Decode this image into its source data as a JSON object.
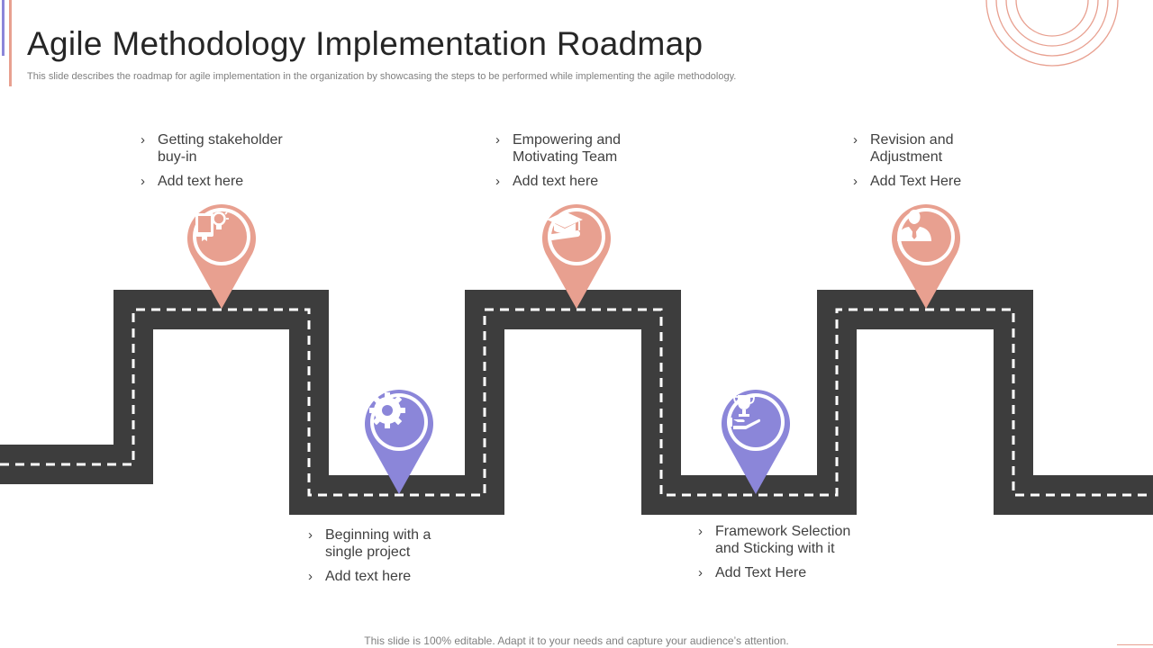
{
  "slide": {
    "title": "Agile Methodology Implementation Roadmap",
    "subtitle": "This slide describes the roadmap for agile implementation in the organization by showcasing the steps to be performed while implementing the agile methodology.",
    "footer": "This slide is 100% editable. Adapt it to your needs and capture your audience’s attention."
  },
  "colors": {
    "road": "#3d3d3d",
    "pin_pink": "#e8a090",
    "pin_purple": "#8b86d9"
  },
  "steps": [
    {
      "line1": "Getting stakeholder",
      "line2": "buy-in",
      "detail": "Add text here",
      "icon": "book-lightbulb-icon",
      "color": "pink"
    },
    {
      "line1": "Beginning with a",
      "line2": "single project",
      "detail": "Add text here",
      "icon": "gear-icon",
      "color": "purple"
    },
    {
      "line1": "Empowering and",
      "line2": "Motivating Team",
      "detail": "Add text here",
      "icon": "graduation-cap-icon",
      "color": "pink"
    },
    {
      "line1": "Framework Selection",
      "line2": "and Sticking with it",
      "detail": "Add Text Here",
      "icon": "trophy-hand-icon",
      "color": "purple"
    },
    {
      "line1": "Revision and",
      "line2": "Adjustment",
      "detail": "Add Text Here",
      "icon": "businessman-icon",
      "color": "pink"
    }
  ]
}
